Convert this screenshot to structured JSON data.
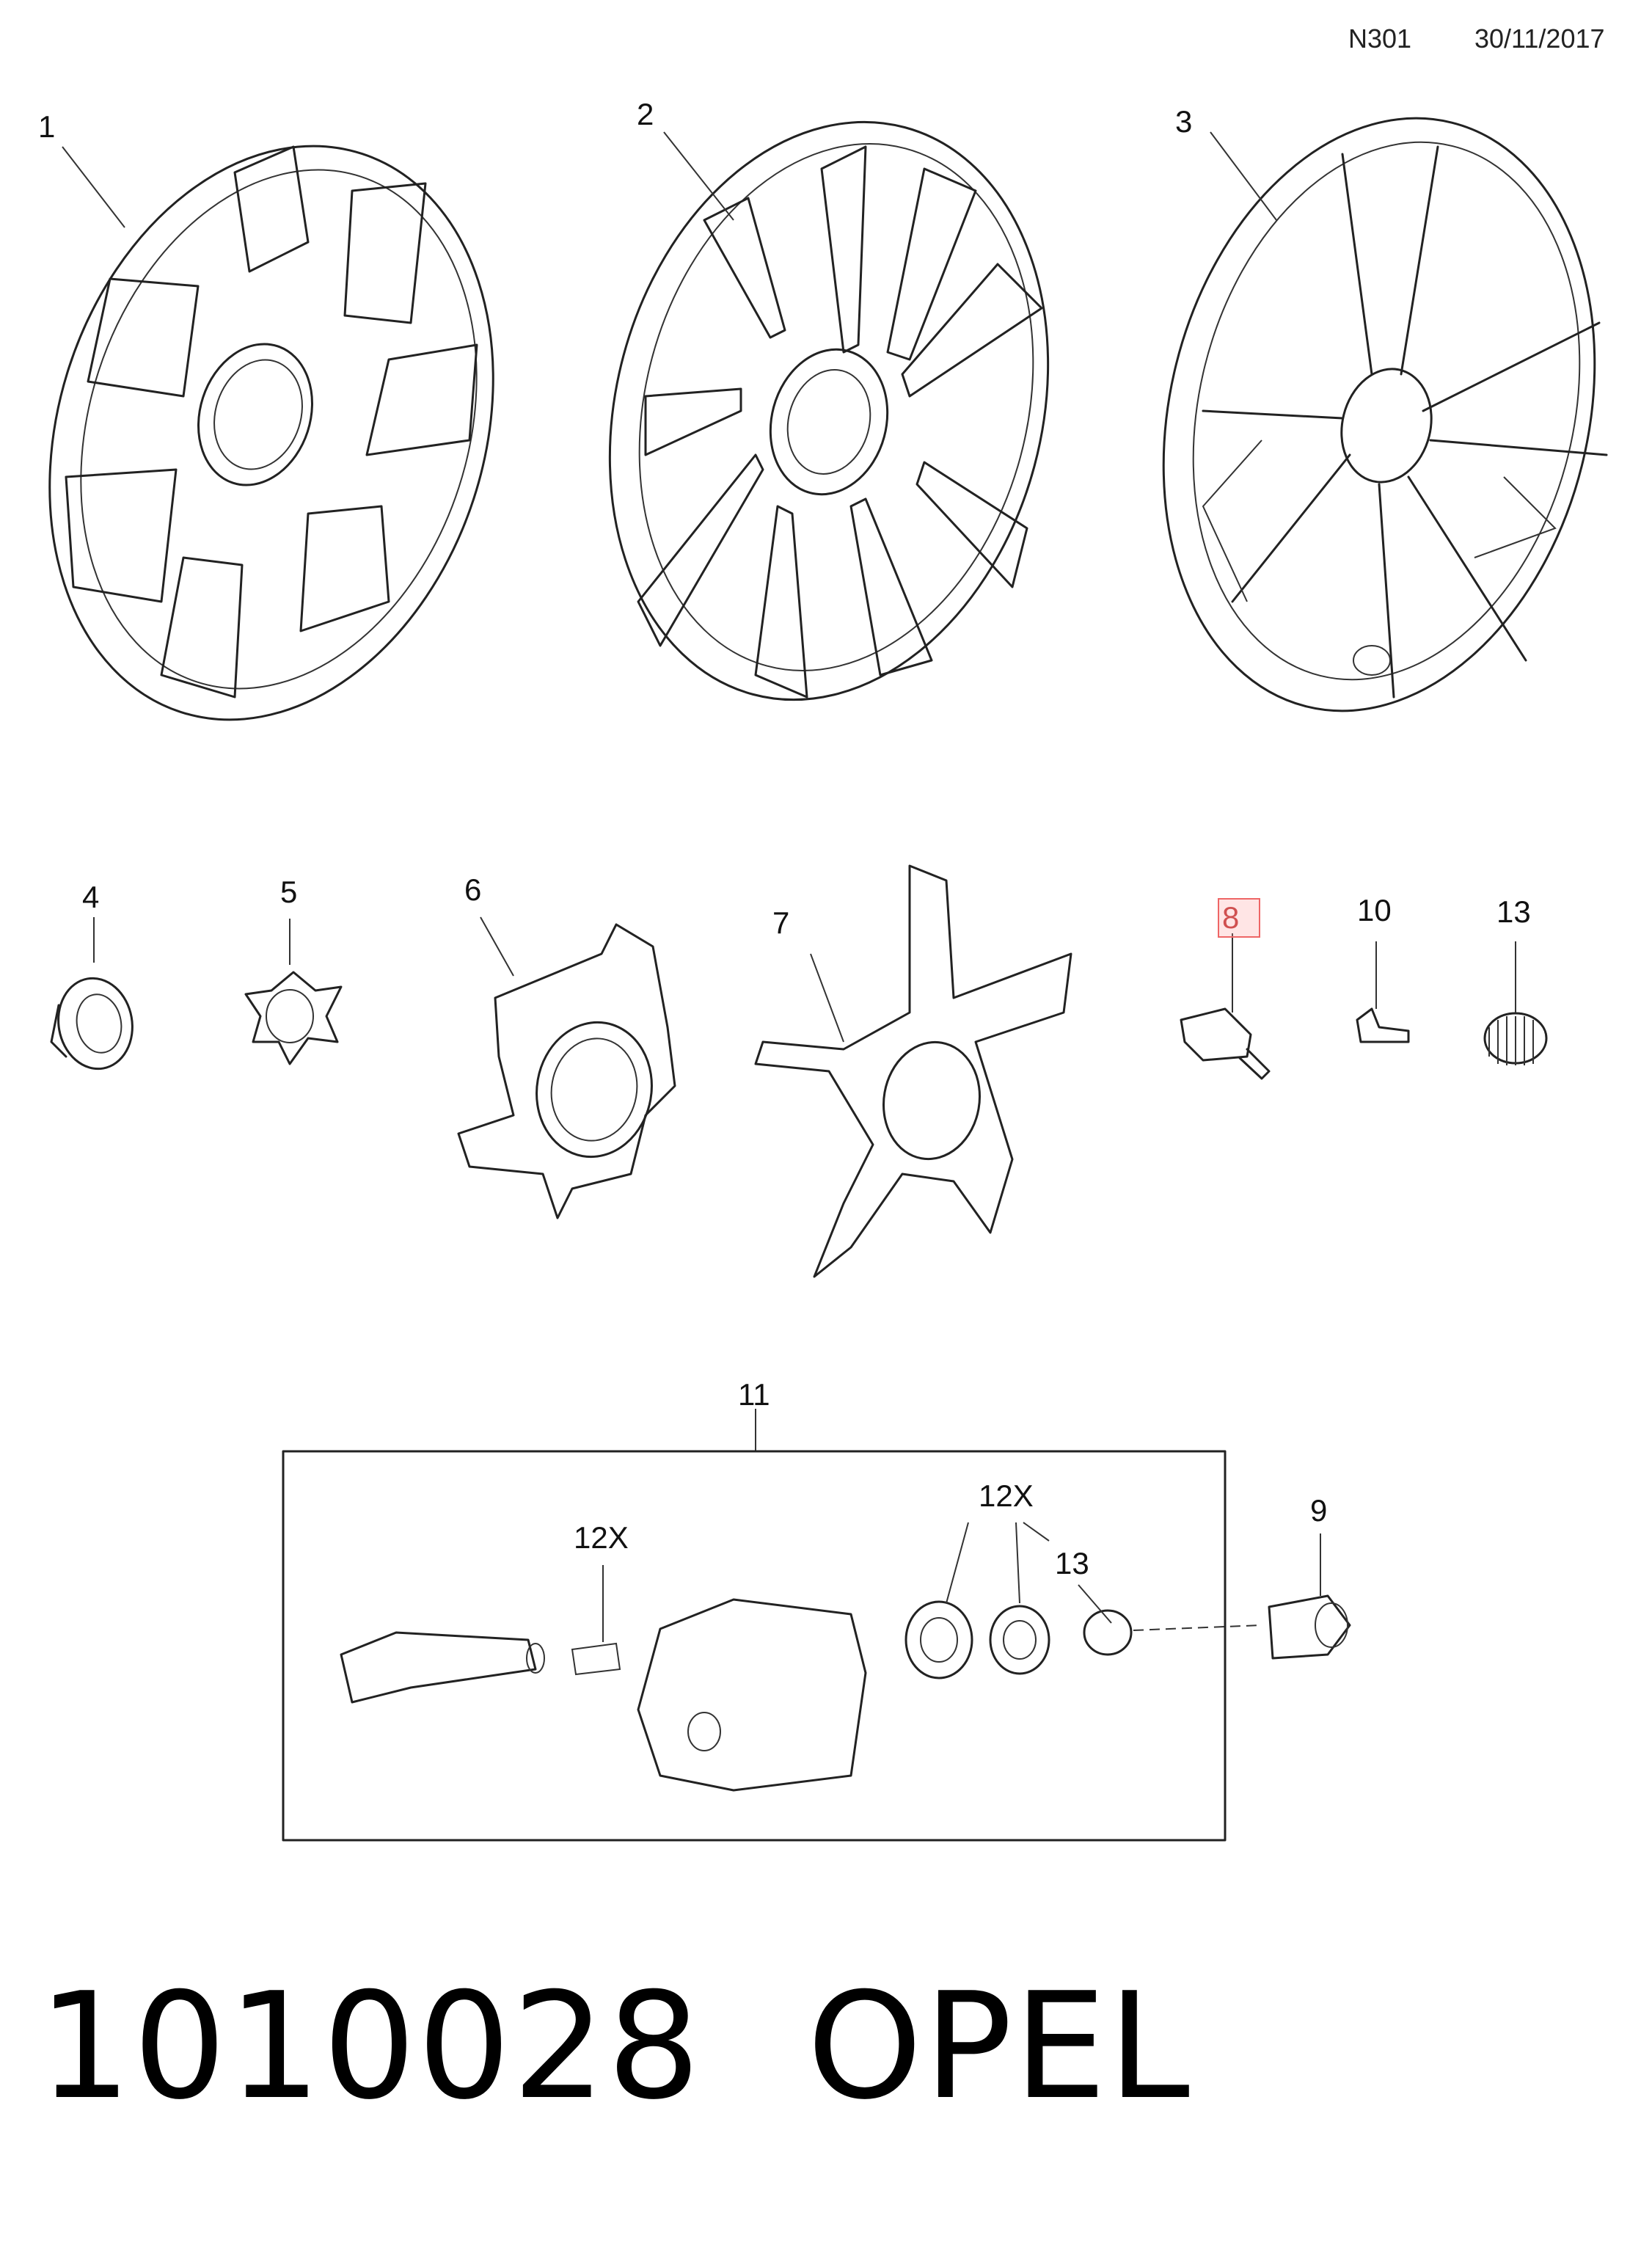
{
  "header": {
    "code": "N301",
    "date": "30/11/2017"
  },
  "callouts": {
    "c1": "1",
    "c2": "2",
    "c3": "3",
    "c4": "4",
    "c5": "5",
    "c6": "6",
    "c7": "7",
    "c8": "8",
    "c10": "10",
    "c13": "13",
    "c11": "11",
    "c12x_left": "12X",
    "c12x_right": "12X",
    "c13_kit": "13",
    "c9": "9"
  },
  "footer": {
    "part_number": "1010028",
    "brand": "OPEL"
  }
}
